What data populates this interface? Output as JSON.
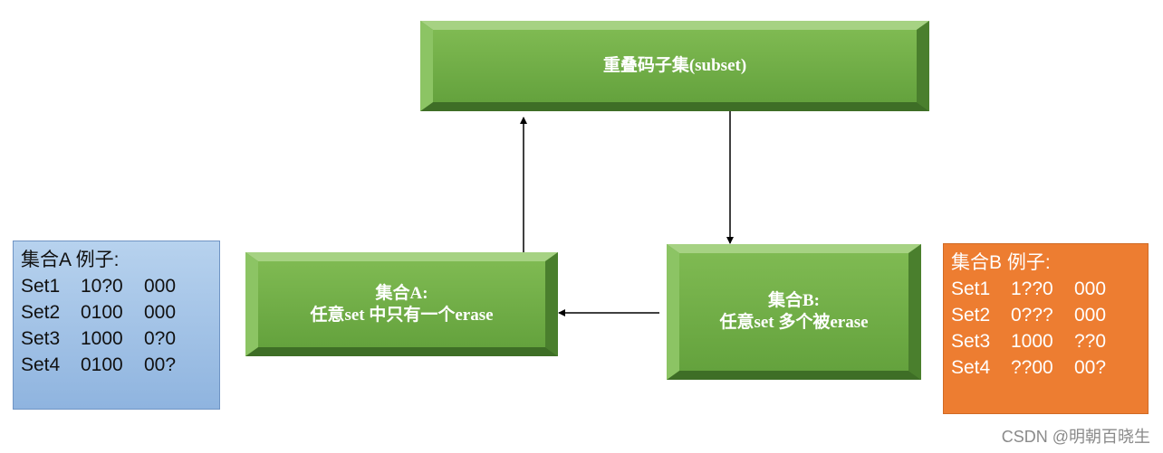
{
  "nodes": {
    "subset": {
      "label": "重叠码子集(subset)"
    },
    "set_a": {
      "line1": "集合A:",
      "line2": "任意set 中只有一个erase"
    },
    "set_b": {
      "line1": "集合B:",
      "line2": "任意set 多个被erase"
    }
  },
  "example_a": {
    "title": "集合A 例子:",
    "rows": [
      {
        "name": "Set1",
        "bits1": "10?0",
        "bits2": "000"
      },
      {
        "name": "Set2",
        "bits1": "0100",
        "bits2": "000"
      },
      {
        "name": "Set3",
        "bits1": "1000",
        "bits2": "0?0"
      },
      {
        "name": "Set4",
        "bits1": "0100",
        "bits2": "00?"
      }
    ]
  },
  "example_b": {
    "title": "集合B 例子:",
    "rows": [
      {
        "name": "Set1",
        "bits1": "1??0",
        "bits2": "000"
      },
      {
        "name": "Set2",
        "bits1": "0???",
        "bits2": "000"
      },
      {
        "name": "Set3",
        "bits1": "1000",
        "bits2": "??0"
      },
      {
        "name": "Set4",
        "bits1": "??00",
        "bits2": "00?"
      }
    ]
  },
  "watermark": "CSDN @明朝百晓生",
  "colors": {
    "node_green": "#70ad47",
    "panel_a_blue": "#9dc3e6",
    "panel_b_orange": "#ed7d31"
  }
}
